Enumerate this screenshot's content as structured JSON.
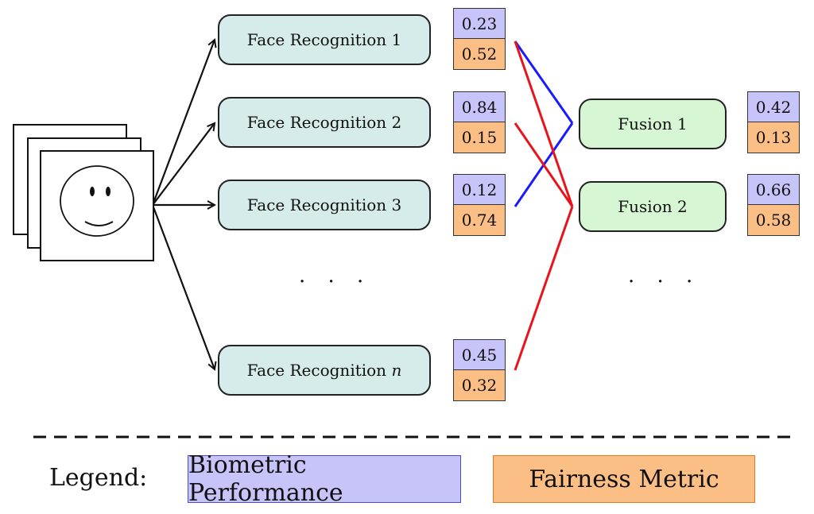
{
  "recognizers": [
    {
      "label": "Face Recognition 1",
      "suffix": "",
      "biometric": "0.23",
      "fairness": "0.52"
    },
    {
      "label": "Face Recognition 2",
      "suffix": "",
      "biometric": "0.84",
      "fairness": "0.15"
    },
    {
      "label": "Face Recognition 3",
      "suffix": "",
      "biometric": "0.12",
      "fairness": "0.74"
    },
    {
      "label": "Face Recognition ",
      "suffix": "n",
      "biometric": "0.45",
      "fairness": "0.32"
    }
  ],
  "fusions": [
    {
      "label": "Fusion 1",
      "biometric": "0.42",
      "fairness": "0.13"
    },
    {
      "label": "Fusion 2",
      "biometric": "0.66",
      "fairness": "0.58"
    }
  ],
  "ellipsis": "· · ·",
  "legend": {
    "label": "Legend:",
    "biometric": "Biometric Performance",
    "fairness": "Fairness Metric"
  },
  "colors": {
    "fusion1_links": "#1a1aff",
    "fusion2_links": "#e8141b",
    "biometric_fill": "#c6c4f9",
    "fairness_fill": "#fbbf86"
  }
}
